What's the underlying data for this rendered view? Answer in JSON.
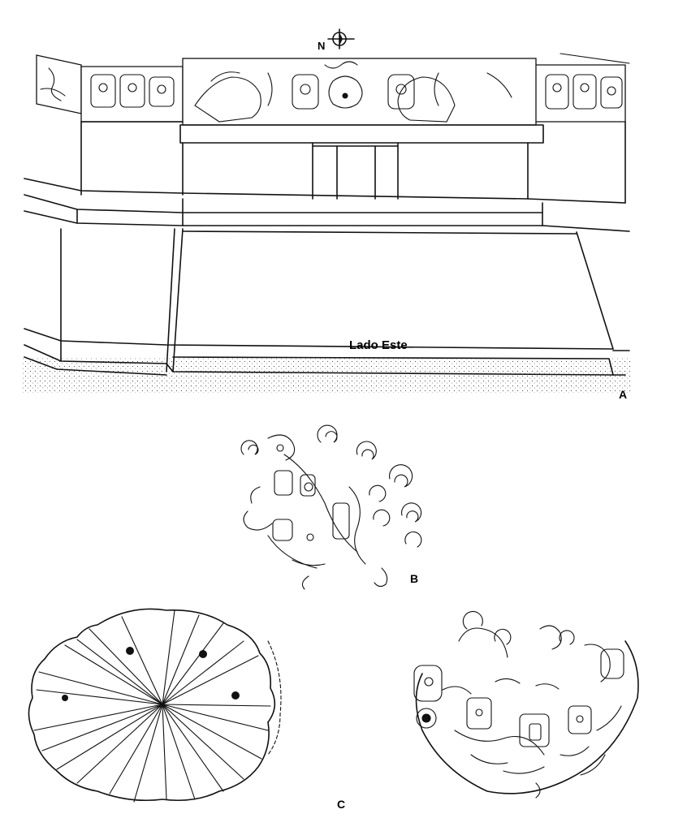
{
  "north_label": "N",
  "panel_a": {
    "caption": "Lado Este",
    "letter": "A"
  },
  "panel_b": {
    "letter": "B"
  },
  "panel_c": {
    "letter": "C"
  },
  "icons": {
    "north": "north-arrow-icon",
    "stipple": "ground-stipple"
  }
}
